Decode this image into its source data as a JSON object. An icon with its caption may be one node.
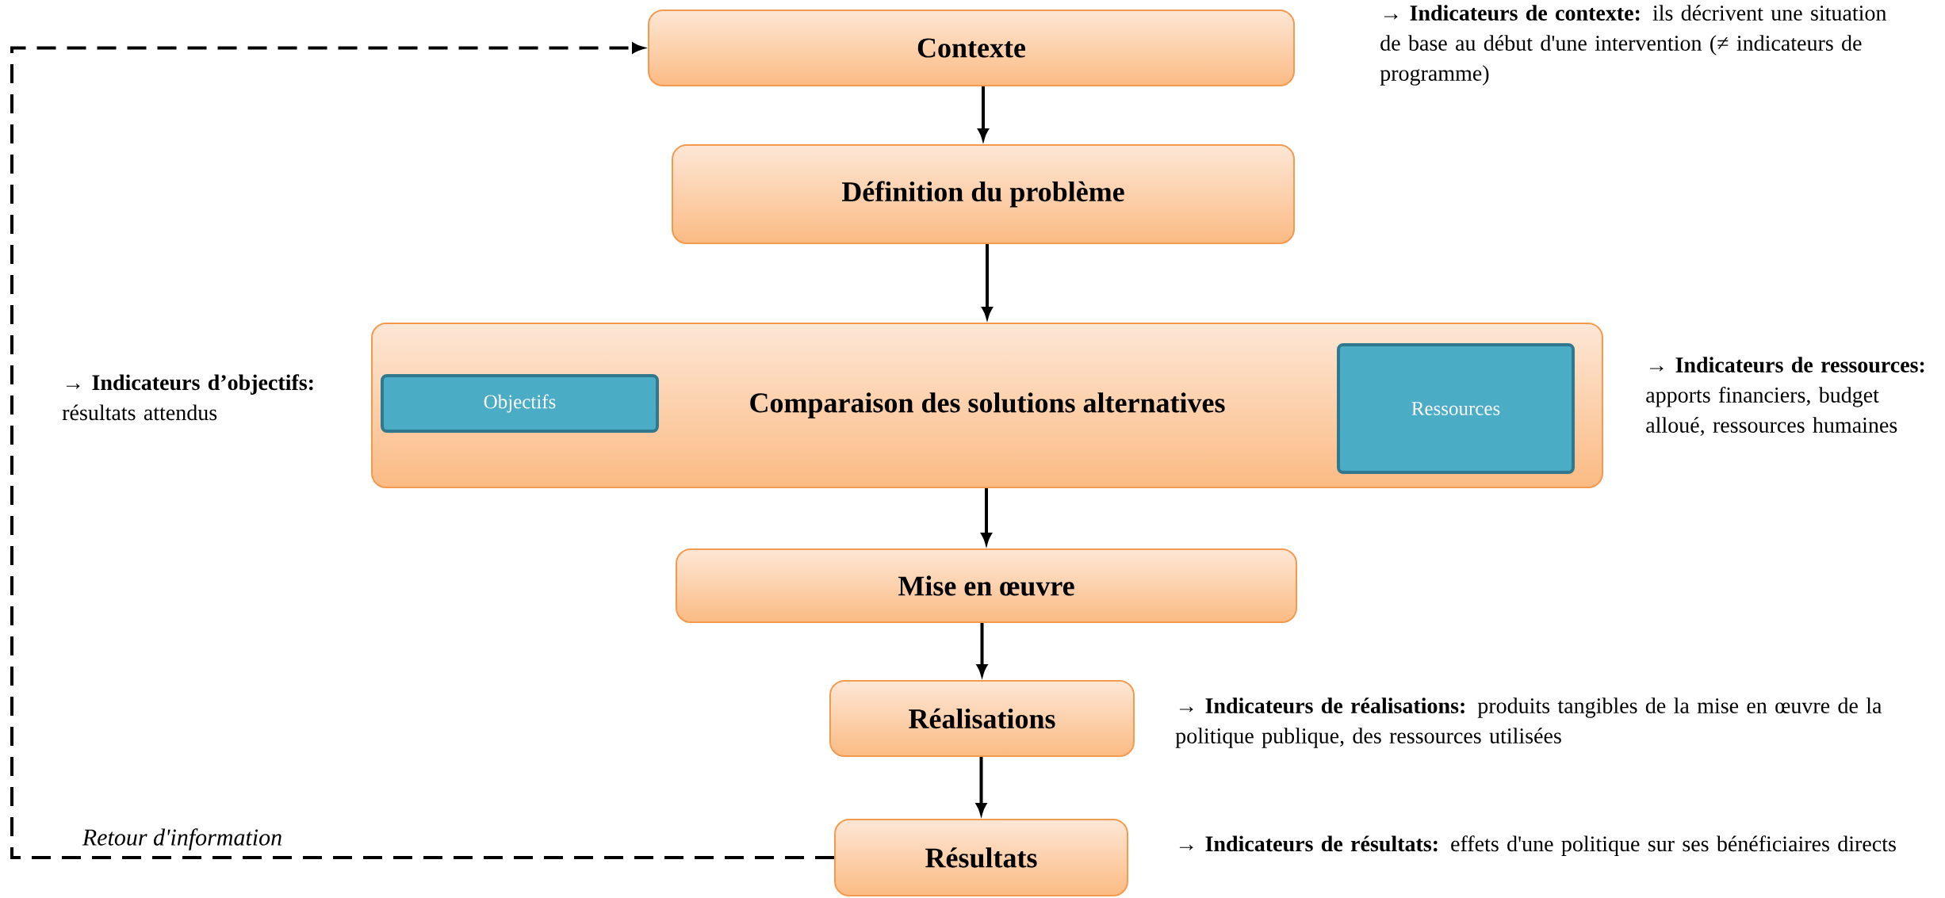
{
  "diagram": {
    "nodes": [
      {
        "text": [
          "Contexte"
        ],
        "beside": [
          "→ **Indicateurs de contexte:** ils décrivent une situation de base au début d'une intervention (≠ indicateurs de programme)"
        ]
      },
      {
        "text": [
          "Définition du problème"
        ]
      },
      {
        "text": [
          "Comparaison des solutions alternatives"
        ]
      },
      {
        "text": [
          "Objectifs"
        ],
        "in": 2,
        "beside": [
          "→ **Indicateurs d’objectifs:** résultats attendus"
        ]
      },
      {
        "text": [
          "Ressources"
        ],
        "in": 2,
        "beside": [
          "→ **Indicateurs de ressources:** apports financiers, budget alloué, ressources humaines"
        ]
      },
      {
        "text": [
          "Mise en œuvre"
        ]
      },
      {
        "text": [
          "Réalisations"
        ],
        "beside": [
          "→ **Indicateurs de réalisations:** produits tangibles de la mise en œuvre de la politique publique, des ressources utilisées"
        ]
      },
      {
        "text": [
          "Résultats"
        ],
        "beside": [
          "→ **Indicateurs de résultats:** effets d'une politique sur ses bénéficiaires directs"
        ]
      }
    ],
    "edges": [
      {
        "from": 0,
        "to": 1,
        "arrow": "to"
      },
      {
        "from": 1,
        "to": 2,
        "arrow": "to"
      },
      {
        "from": 2,
        "to": 5,
        "arrow": "to"
      },
      {
        "from": 5,
        "to": 6,
        "arrow": "to"
      },
      {
        "from": 6,
        "to": 7,
        "arrow": "to"
      },
      {
        "from": 7,
        "to": 0,
        "arrow": "to",
        "style": "dashed",
        "label": "Retour d'information"
      }
    ]
  }
}
